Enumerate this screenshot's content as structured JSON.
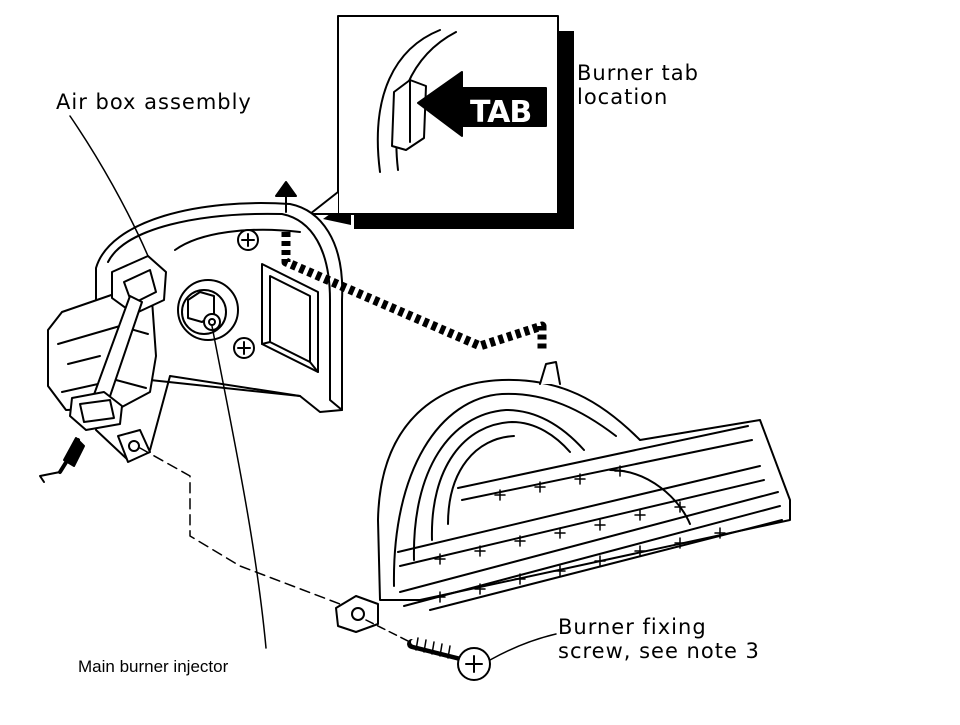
{
  "labels": {
    "air_box_assembly": "Air box assembly",
    "burner_tab_location_line1": "Burner tab",
    "burner_tab_location_line2": "location",
    "main_burner_injector": "Main burner injector",
    "burner_fixing_screw_line1": "Burner fixing",
    "burner_fixing_screw_line2": "screw, see note 3"
  },
  "inset": {
    "tab_label": "TAB"
  },
  "colors": {
    "ink": "#000000",
    "paper": "#ffffff"
  }
}
